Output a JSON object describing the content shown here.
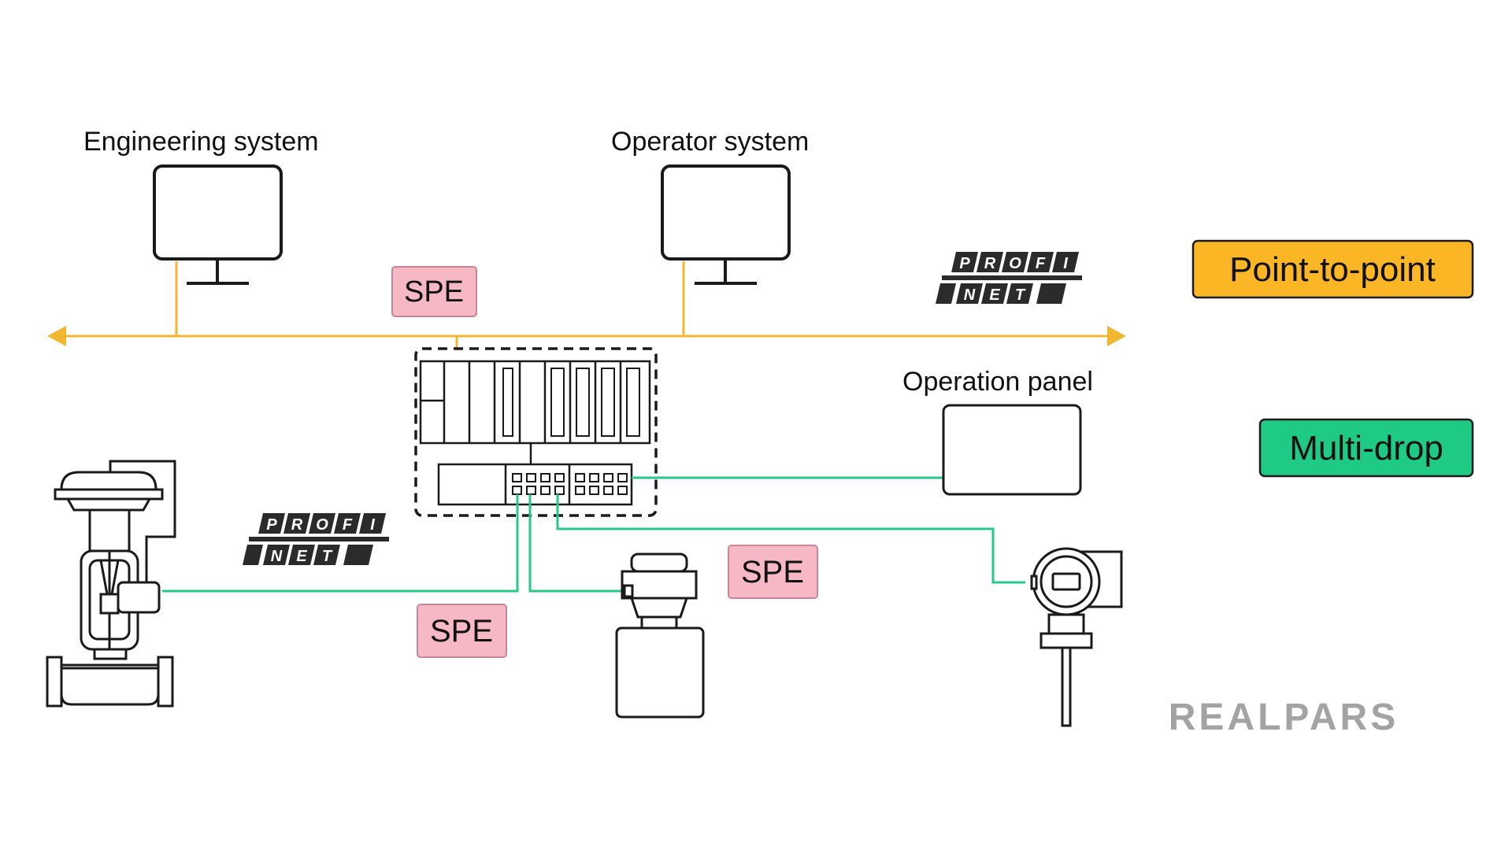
{
  "labels": {
    "engineering_system": "Engineering system",
    "operator_system": "Operator system",
    "operation_panel": "Operation panel"
  },
  "spe_tags": {
    "bus": "SPE",
    "valve_link": "SPE",
    "sensor_link": "SPE"
  },
  "legend": {
    "point_to_point": "Point-to-point",
    "multi_drop": "Multi-drop"
  },
  "profinet_logo": {
    "top": [
      "P",
      "R",
      "O",
      "F",
      "I"
    ],
    "bottom": [
      "N",
      "E",
      "T"
    ]
  },
  "brand": "REALPARS",
  "colors": {
    "bus": "#f1b731",
    "spe_line": "#27c98a",
    "spe_tag_fill": "#f7b8c6",
    "point_to_point_fill": "#fbb625",
    "multi_drop_fill": "#1fcb84",
    "brand_gray": "#a3a3a3"
  }
}
